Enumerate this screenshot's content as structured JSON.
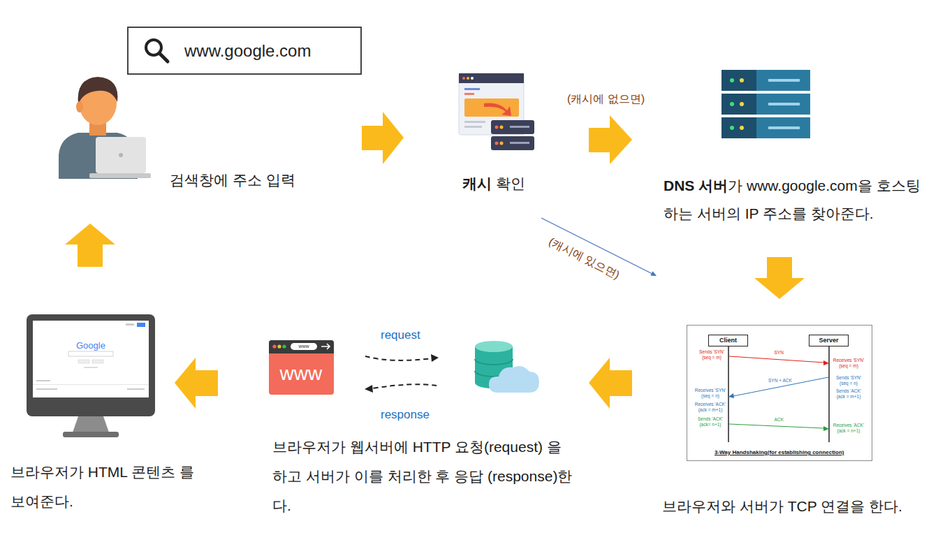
{
  "diagram": {
    "nodes": [
      {
        "text": [
          "www.google.com"
        ]
      },
      {
        "text": [
          "3-Way Handshaking(for establishing connection)"
        ]
      },
      {
        "text": [
          "Client"
        ],
        "in": 1
      },
      {
        "text": [
          "Server"
        ],
        "in": 1
      },
      {
        "text": [
          "www",
          "www"
        ]
      },
      {
        "text": [
          "Google"
        ]
      }
    ],
    "labels": [
      "검색창에 주소 입력",
      "캐시",
      "확인",
      "(캐시에 없으면)",
      "DNS 서버",
      "가 www.google.com을 호스팅하는 서버의 IP 주소를 찾아준다.",
      "(캐시에 있으면)",
      "Sends 'SYN' (seq = m)",
      "SYN",
      "Receives 'SYN' (seq = m)",
      "SYN + ACK",
      "Sends 'SYN' (seq = n)",
      "Sends 'ACK' (ack = m+1)",
      "Receives 'SYN' (seq = n)",
      "Receives 'ACK' (ack = m+1)",
      "Sends 'ACK' (ack= n+1)",
      "ACK",
      "Receives 'ACK' (ack = n+1)",
      "브라우저와 서버가 TCP 연결을 한다.",
      "request",
      "response",
      "브라우저가 웹서버에 HTTP 요청(request) 을 하고 서버가 이를 처리한 후 응답 (response)한다.",
      "브라우저가 HTML 콘텐츠 를 보여준다."
    ]
  }
}
